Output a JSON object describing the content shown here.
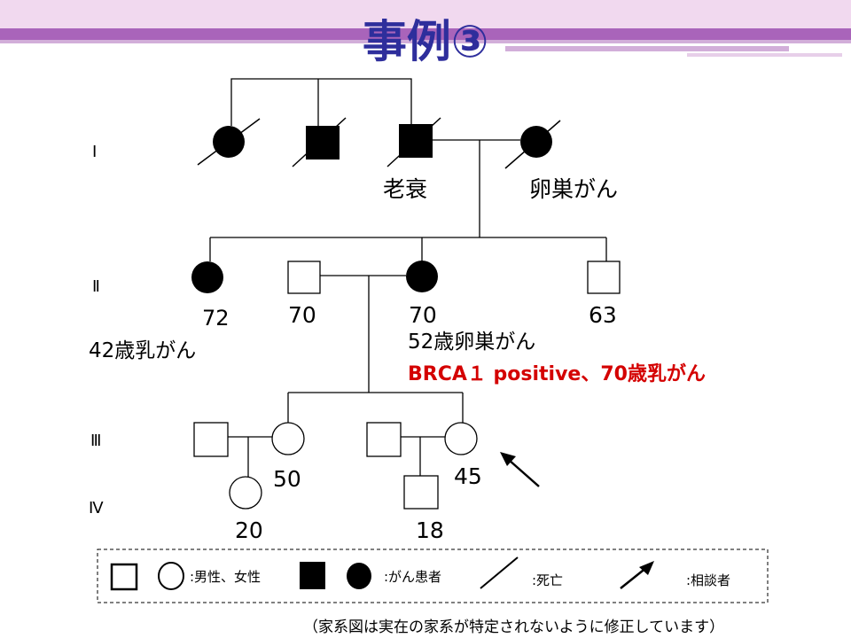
{
  "title": "事例③",
  "colors": {
    "title": "#2e2e9c",
    "band": "#f1d9ef",
    "stripe": "#a964ba",
    "stripe_light": "#d2aed9",
    "highlight": "#d40000"
  },
  "generations": [
    "Ⅰ",
    "Ⅱ",
    "Ⅲ",
    "Ⅳ"
  ],
  "gen1": {
    "label_father": "老衰",
    "label_mother": "卵巣がん"
  },
  "gen2": {
    "aunt_age": "72",
    "aunt_note": "42歳乳がん",
    "father_age": "70",
    "mother_age": "70",
    "mother_note": "52歳卵巣がん",
    "mother_genetic": "BRCA１ positive、70歳乳がん",
    "uncle_age": "63"
  },
  "gen3": {
    "sister_age": "50",
    "proband_age": "45"
  },
  "gen4": {
    "niece_age": "20",
    "son_age": "18"
  },
  "legend": {
    "male_female": ":男性、女性",
    "cancer": ":がん患者",
    "deceased": ":死亡",
    "proband": ":相談者"
  },
  "footnote": "（家系図は実在の家系が特定されないように修正しています）"
}
